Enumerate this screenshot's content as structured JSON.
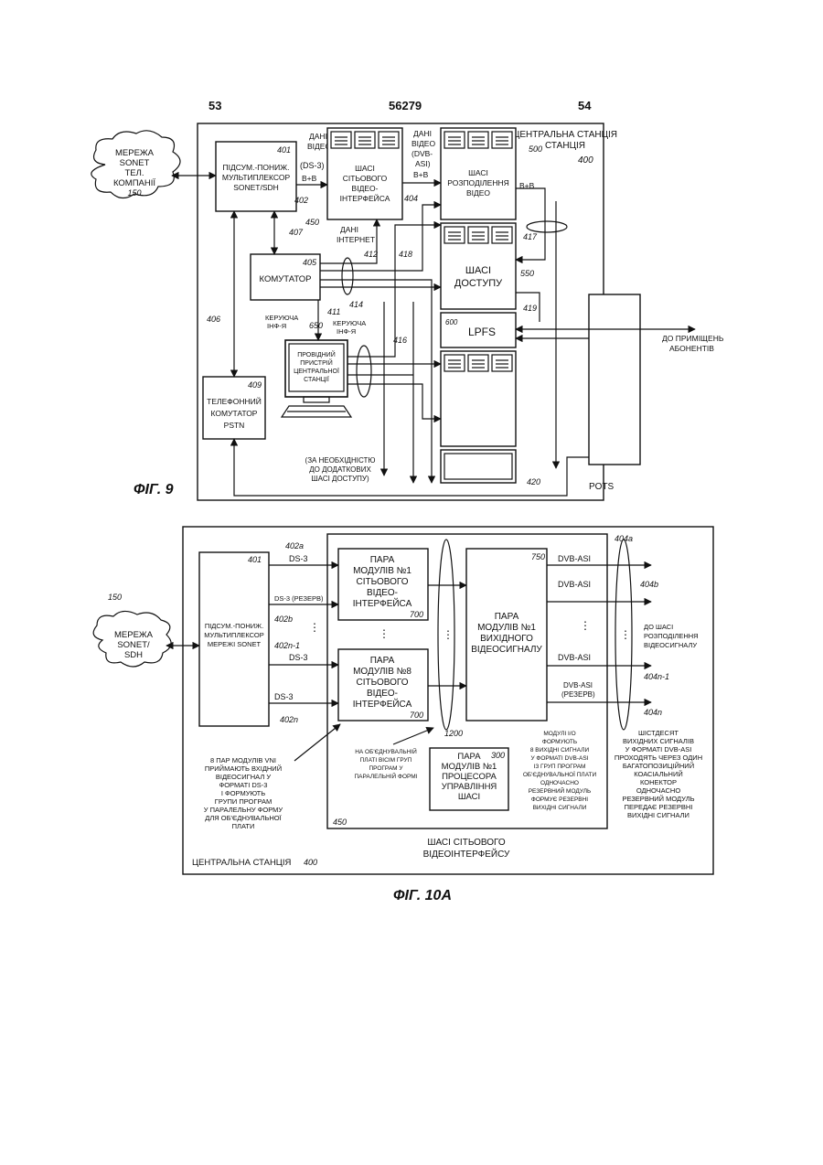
{
  "header": {
    "left_num": "53",
    "center_num": "56279",
    "right_num": "54"
  },
  "fig9": {
    "caption": "ФІГ. 9",
    "central_station": "ЦЕНТРАЛЬНА СТАНЦІЯ",
    "central_station_ref": "400",
    "cloud": {
      "lines": [
        "МЕРЕЖА",
        "SONET",
        "ТЕЛ.",
        "КОМПАНІЇ"
      ],
      "ref": "150"
    },
    "mux": {
      "ref": "401",
      "lines": [
        "ПІДСУМ.-ПОНИЖ.",
        "МУЛЬТИПЛЕКСОР",
        "SONET/SDH"
      ]
    },
    "data_video_label": [
      "ДАНІ",
      "ВІДЕО",
      "(DS-3)",
      "В+В"
    ],
    "net_chassis": {
      "lines": [
        "ШАСІ",
        "СІТЬОВОГО",
        "ВІДЕО-",
        "ІНТЕРФЕЙСА"
      ],
      "ref": "450"
    },
    "data_video2_label": [
      "ДАНІ",
      "ВІДЕО",
      "(DVB-",
      "ASI)",
      "В+В"
    ],
    "dist_chassis": {
      "lines": [
        "ШАСІ",
        "РОЗПОДІЛЕННЯ",
        "ВІДЕО"
      ],
      "ref": "500"
    },
    "bb_label": "В+В",
    "access_chassis": {
      "lines": [
        "ШАСІ",
        "ДОСТУПУ"
      ],
      "ref": "550"
    },
    "lpfs": {
      "label": "LPFS",
      "ref": "600"
    },
    "switch": {
      "label": "КОМУТАТОР",
      "ref": "405"
    },
    "internet_label": [
      "ДАНІ",
      "ІНТЕРНЕТ"
    ],
    "control_left": [
      "КЕРУЮЧА",
      "ІНФ-Я"
    ],
    "control_right": [
      "КЕРУЮЧА",
      "ІНФ-Я"
    ],
    "terminal": {
      "lines": [
        "ПРОВІДНИЙ",
        "ПРИСТРІЙ",
        "ЦЕНТРАЛЬНОЇ",
        "СТАНЦІЇ"
      ],
      "ref": "650"
    },
    "pstn": {
      "ref": "409",
      "lines": [
        "ТЕЛЕФОННИЙ",
        "КОМУТАТОР",
        "PSTN"
      ]
    },
    "extra_note": [
      "(ЗА НЕОБХІДНІСТЮ",
      "ДО ДОДАТКОВИХ",
      "ШАСІ ДОСТУПУ)"
    ],
    "subscribers": [
      "ДО ПРИМІЩЕНЬ",
      "АБОНЕНТІВ"
    ],
    "pots": "POTS",
    "refs": {
      "r402": "402",
      "r404": "404",
      "r406": "406",
      "r407": "407",
      "r411": "411",
      "r412": "412",
      "r414": "414",
      "r416": "416",
      "r417": "417",
      "r418": "418",
      "r419": "419",
      "r420": "420"
    }
  },
  "fig10": {
    "caption": "ФІГ. 10А",
    "cloud": {
      "lines": [
        "МЕРЕЖА",
        "SONET/",
        "SDH"
      ],
      "ref": "150"
    },
    "mux": {
      "ref": "401",
      "lines": [
        "ПІДСУМ.-ПОНИЖ.",
        "МУЛЬТИПЛЕКСОР",
        "МЕРЕЖІ SONET"
      ]
    },
    "inputs": {
      "ds3": "DS-3",
      "ds3_reserve": "DS-3 (РЕЗЕРВ)",
      "ds3_b": "DS-3",
      "ds3_c": "DS-3",
      "r402a": "402a",
      "r402b": "402b",
      "r402n1": "402n-1",
      "r402n": "402n"
    },
    "pair1": {
      "lines": [
        "ПАРА",
        "МОДУЛІВ №1",
        "СІТЬОВОГО",
        "ВІДЕО-",
        "ІНТЕРФЕЙСА"
      ],
      "ref": "700"
    },
    "pair8": {
      "lines": [
        "ПАРА",
        "МОДУЛІВ №8",
        "СІТЬОВОГО",
        "ВІДЕО-",
        "ІНТЕРФЕЙСА"
      ],
      "ref": "700"
    },
    "output_pair": {
      "ref": "750",
      "lines": [
        "ПАРА",
        "МОДУЛІВ №1",
        "ВИХІДНОГО",
        "ВІДЕОСИГНАЛУ"
      ]
    },
    "outputs": {
      "asi1": "DVB-ASI",
      "asi2": "DVB-ASI",
      "asi3": "DVB-ASI",
      "asi4": "DVB-ASI",
      "asi4_reserve": "(РЕЗЕРВ)",
      "r404a": "404a",
      "r404b": "404b",
      "r404n1": "404n-1",
      "r404n": "404n"
    },
    "dist_note": [
      "ДО ШАСІ",
      "РОЗПОДІЛЕННЯ",
      "ВІДЕОСИГНАЛУ"
    ],
    "processor": {
      "ref": "300",
      "lines": [
        "ПАРА",
        "МОДУЛІВ №1",
        "ПРОЦЕСОРА",
        "УПРАВЛІННЯ",
        "ШАСІ"
      ]
    },
    "note_left": [
      "8 ПАР МОДУЛІВ VNI",
      "ПРИЙМАЮТЬ ВХІДНИЙ",
      "ВІДЕОСИГНАЛ У",
      "ФОРМАТІ DS-3",
      "І ФОРМУЮТЬ",
      "ГРУПИ ПРОГРАМ",
      "У ПАРАЛЕЛЬНУ ФОРМУ",
      "ДЛЯ ОБ'ЄДНУВАЛЬНОЇ",
      "ПЛАТИ"
    ],
    "note_mid": [
      "НА ОБ'ЄДНУВАЛЬНІЙ",
      "ПЛАТІ ВІСІМ ГРУП",
      "ПРОГРАМ У",
      "ПАРАЛЕЛЬНІЙ ФОРМІ"
    ],
    "ref1200": "1200",
    "note_io": [
      "МОДУЛІ I/O",
      "ФОРМУЮТЬ",
      "8 ВИХІДНІ СИГНАЛИ",
      "У ФОРМАТІ DVB-ASI",
      "ІЗ ГРУП ПРОГРАМ",
      "ОБ'ЄДНУВАЛЬНОЇ ПЛАТИ",
      "ОДНОЧАСНО",
      "РЕЗЕРВНИЙ МОДУЛЬ",
      "ФОРМУЄ РЕЗЕРВНІ",
      "ВИХІДНІ СИГНАЛИ"
    ],
    "note_right": [
      "ШІСТДЕСЯТ",
      "ВИХІДНИХ СИГНАЛІВ",
      "У ФОРМАТІ DVB-ASI",
      "ПРОХОДЯТЬ ЧЕРЕЗ ОДИН",
      "БАГАТОПОЗИЦІЙНИЙ",
      "КОАСІАЛЬНИЙ",
      "КОНЕКТОР",
      "ОДНОЧАСНО",
      "РЕЗЕРВНИЙ МОДУЛЬ",
      "ПЕРЕДАЄ РЕЗЕРВНІ",
      "ВИХІДНІ СИГНАЛИ"
    ],
    "chassis_ref": "450",
    "chassis_label": [
      "ШАСІ СІТЬОВОГО",
      "ВІДЕОІНТЕРФЕЙСУ"
    ],
    "central_station": "ЦЕНТРАЛЬНА СТАНЦІЯ",
    "central_station_ref": "400"
  }
}
